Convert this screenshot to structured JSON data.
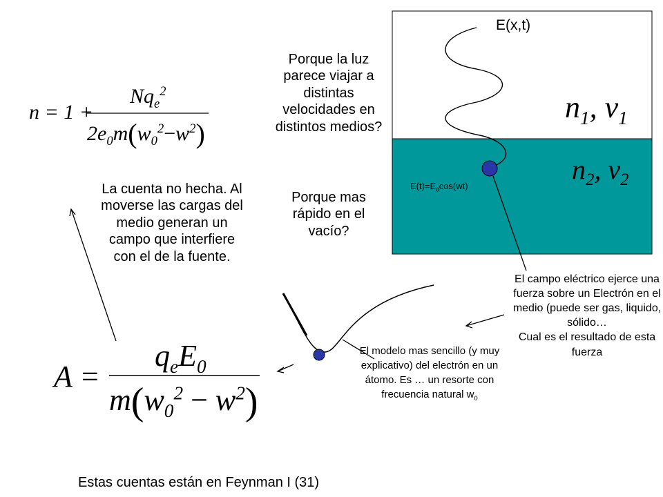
{
  "field_label": "E(x,t)",
  "medium1_label": {
    "n": "n",
    "sub": "1",
    "sep": ", ",
    "v": "v"
  },
  "medium2_label": {
    "n": "n",
    "sub": "2",
    "sep": ", ",
    "v": "v"
  },
  "driving_field": {
    "prefix": "E(t)=E",
    "sub": "0",
    "suffix": "cos(wt)"
  },
  "question_1": "Porque la luz parece viajar a distintas velocidades en distintos medios?",
  "question_2": "Porque mas rápido en el vacío?",
  "uncomputed_note": "La cuenta no hecha. Al moverse las cargas del medio generan un campo que interfiere con el de la fuente.",
  "field_force_note_1": "El campo eléctrico ejerce una fuerza sobre un Electrón en el medio (puede ser gas, liquido, sólido…",
  "field_force_note_2": "Cual es el resultado de esta fuerza",
  "model_note": {
    "text": "El modelo mas sencillo (y muy explicativo) del electrón en un átomo. Es … un resorte con frecuencia natural w",
    "sub": "0"
  },
  "footer": "Estas cuentas están en Feynman I (31)",
  "index_formula": {
    "lhs": "n = 1 +",
    "num_N": "Nq",
    "num_sub": "e",
    "num_sup": "2",
    "den_left": "2e",
    "den_left_sub": "0",
    "den_m": "m",
    "den_w0": "w",
    "den_w0_sub": "0",
    "den_exp": "2",
    "den_minus": "−",
    "den_w": "w"
  },
  "amplitude_formula": {
    "lhs": "A =",
    "num_q": "q",
    "num_q_sub": "e",
    "num_E": "E",
    "num_E_sub": "0",
    "den_m": "m",
    "den_w0": "w",
    "den_w0_sub": "0",
    "den_exp": "2",
    "den_minus": "−",
    "den_w": "w"
  },
  "colors": {
    "medium2": "#00989a",
    "electron": "#2a35a8",
    "line": "#000000"
  }
}
